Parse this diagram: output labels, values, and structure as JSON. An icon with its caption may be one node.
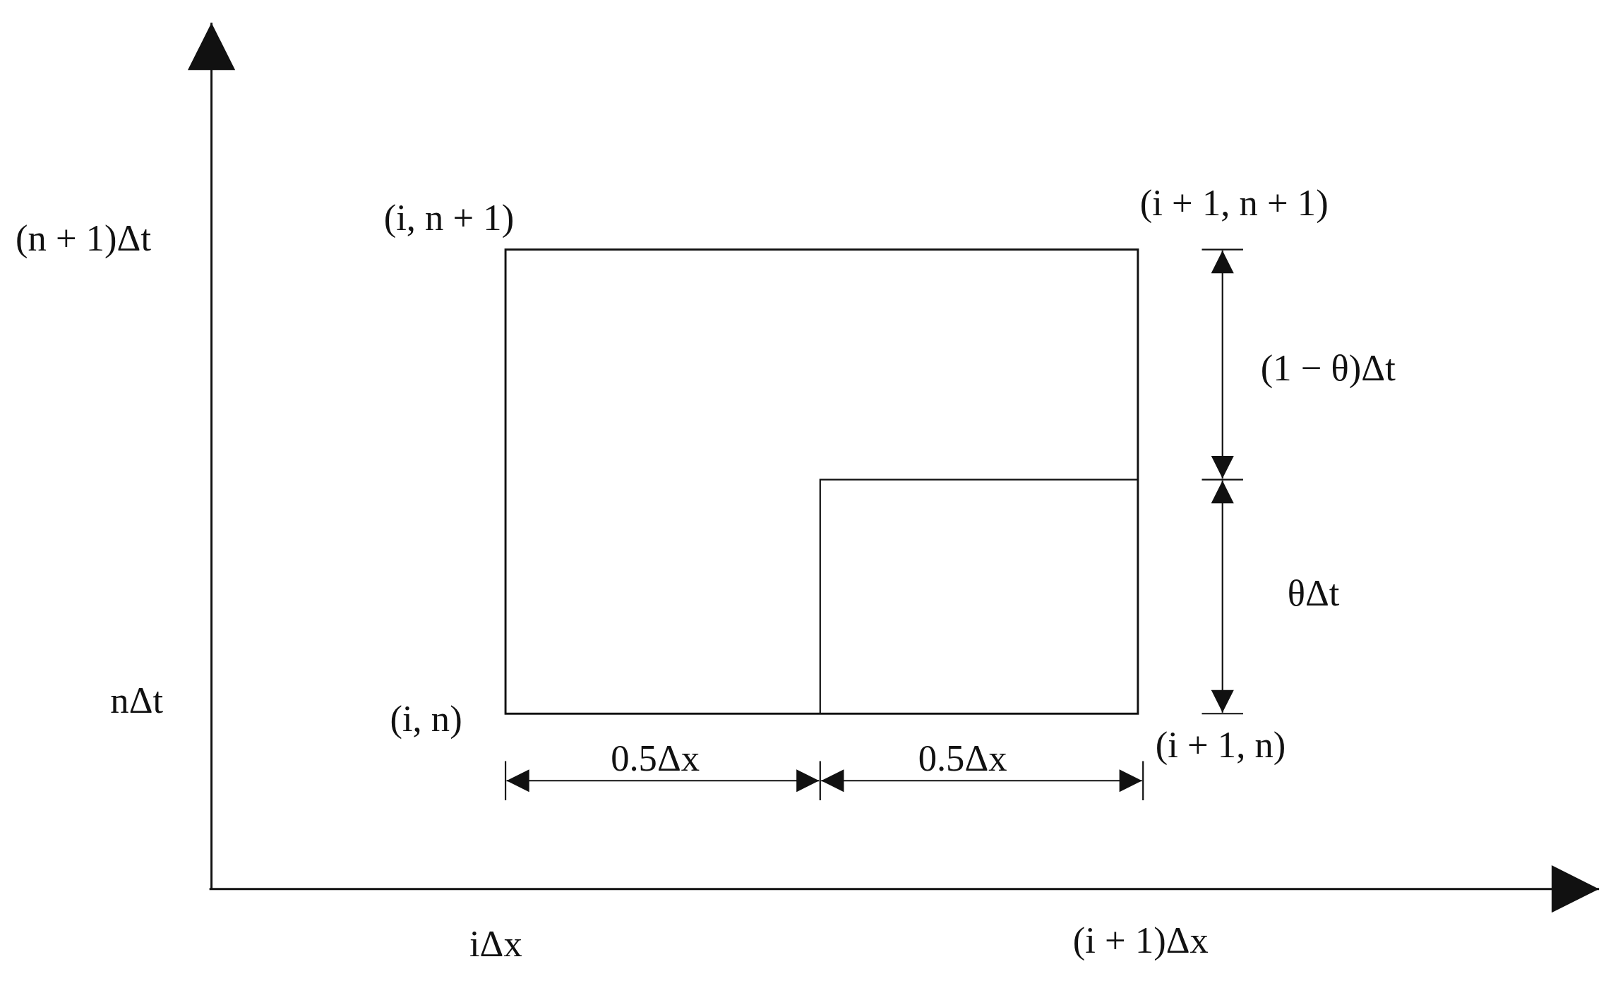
{
  "diagram": {
    "labels": [
      "(n + 1)Δt",
      "(i, n + 1)",
      "(i + 1, n + 1)",
      "(1 − θ)Δt",
      "θΔt",
      "nΔt",
      "(i, n)",
      "(i + 1, n)",
      "0.5Δx",
      "0.5Δx",
      "iΔx",
      "(i + 1)Δx"
    ]
  }
}
